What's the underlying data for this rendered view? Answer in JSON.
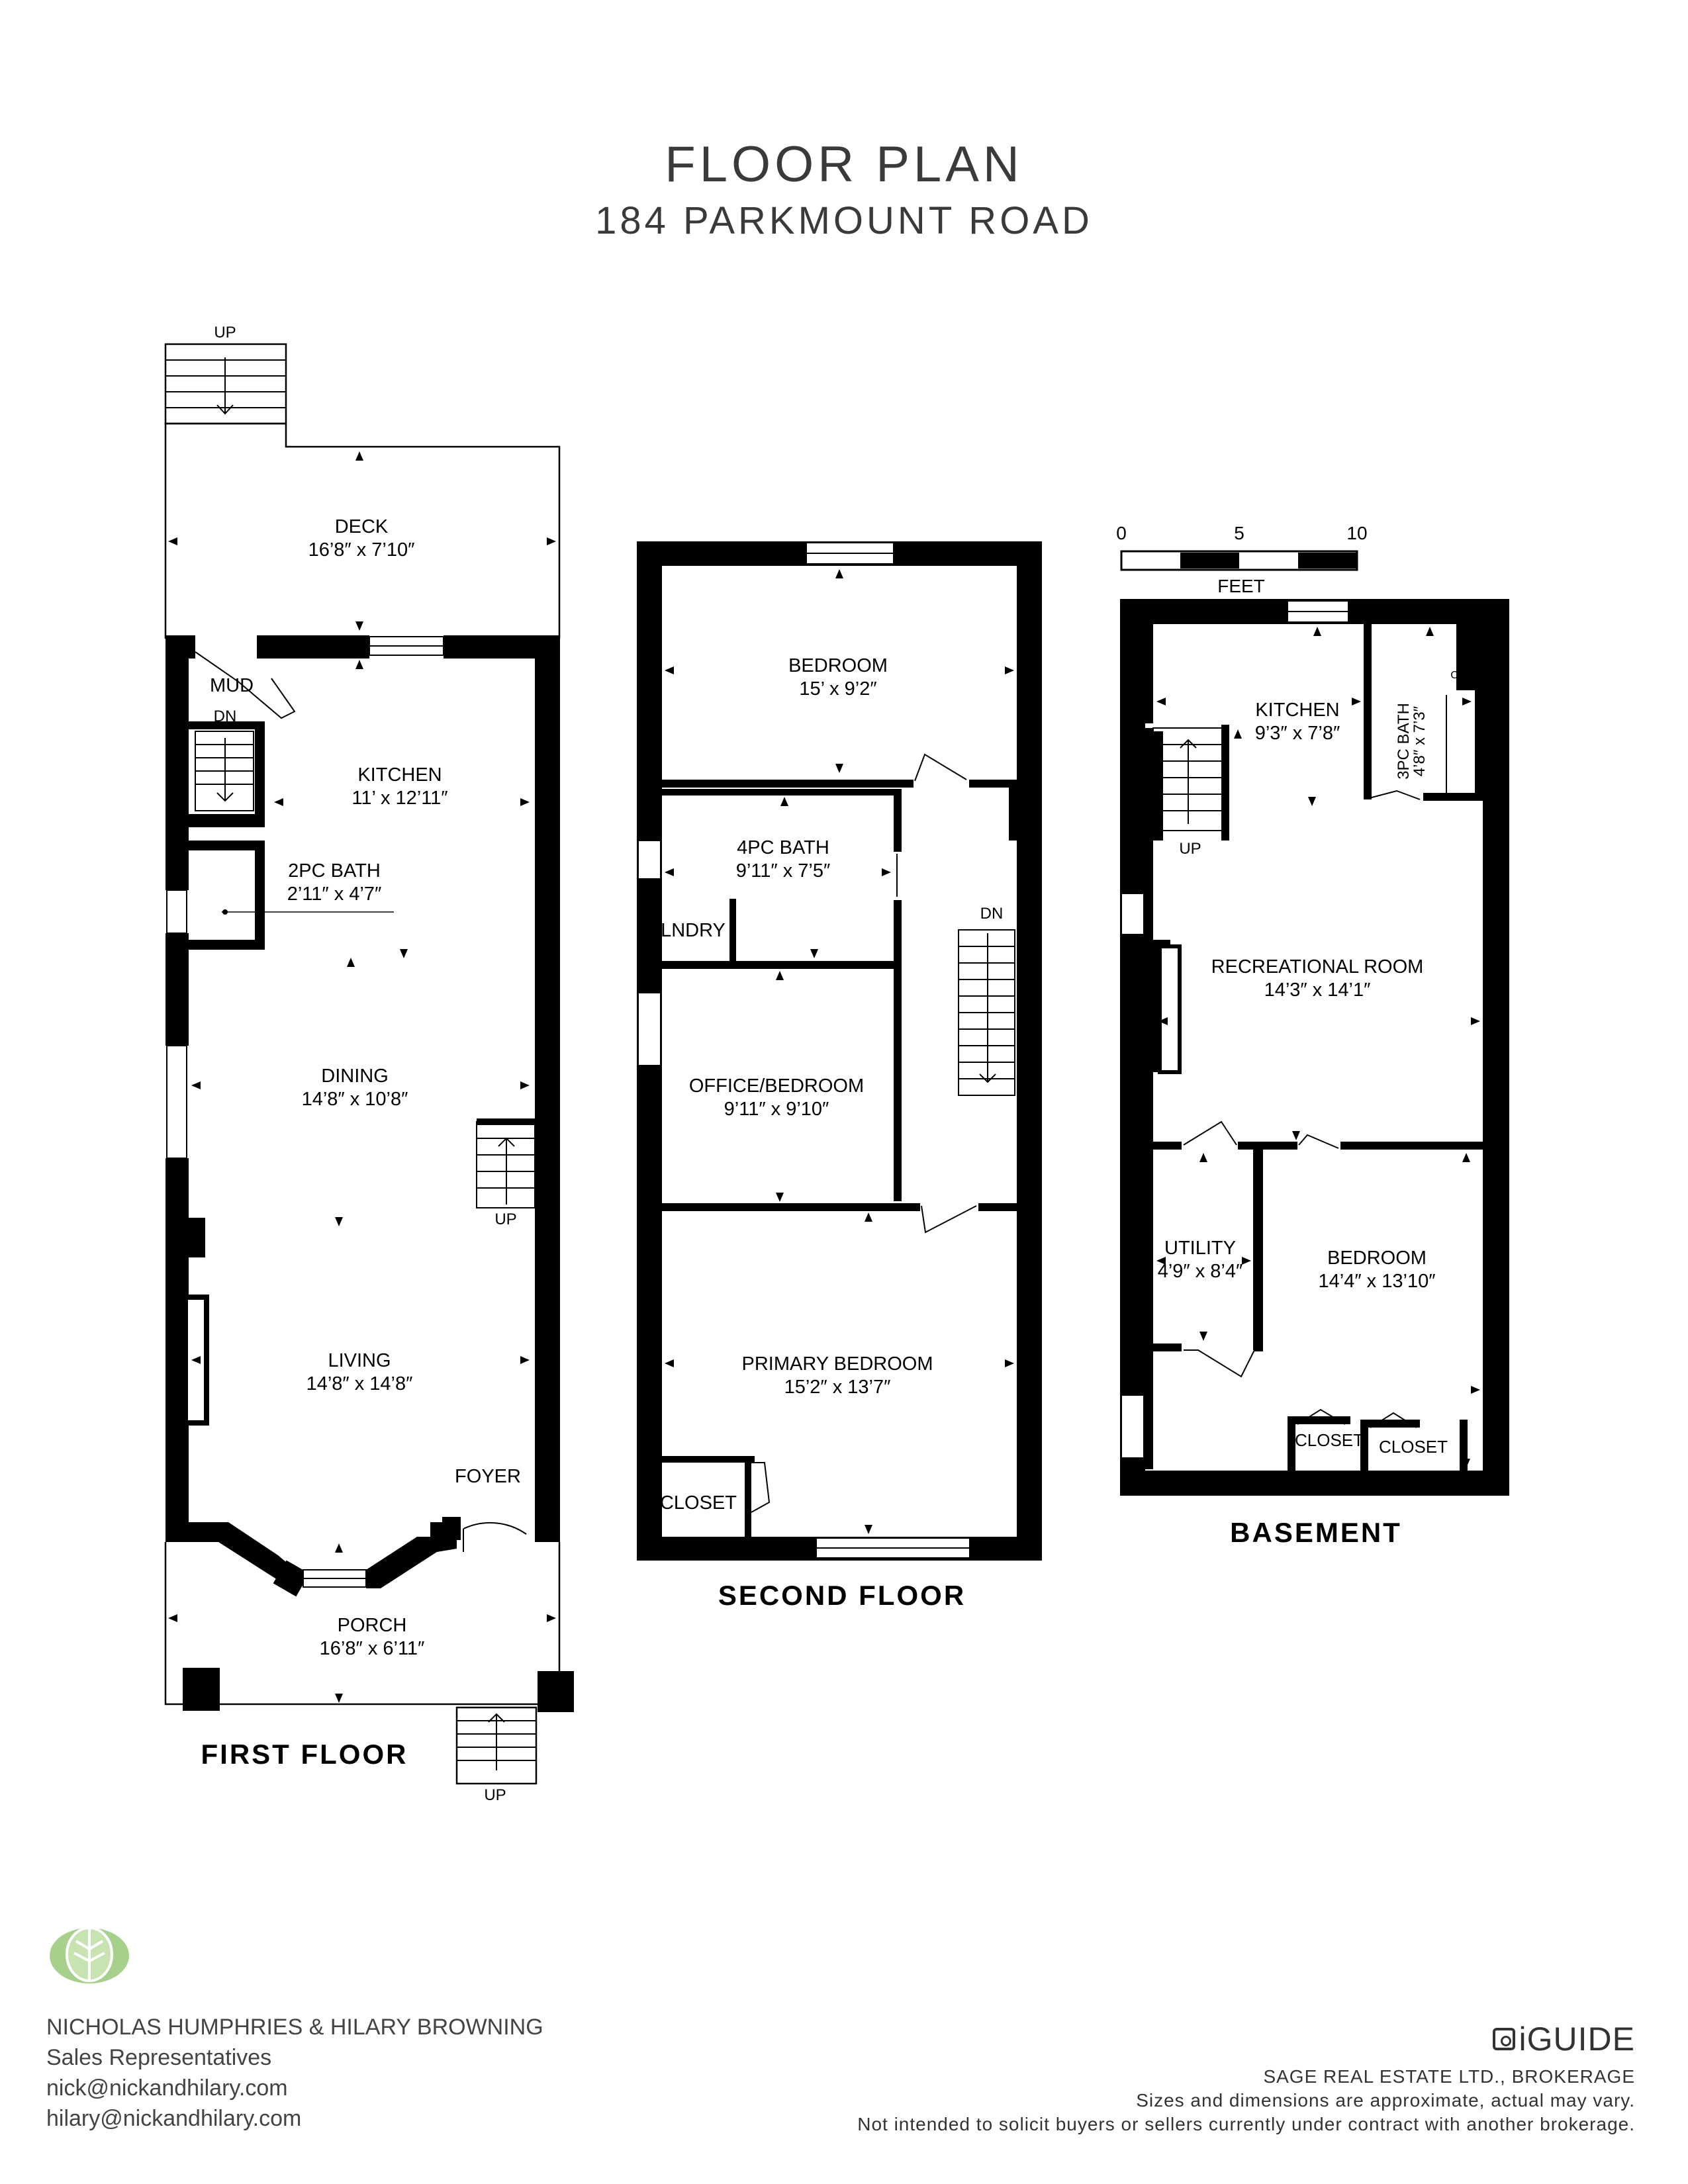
{
  "header": {
    "title": "FLOOR PLAN",
    "address": "184 PARKMOUNT ROAD"
  },
  "floors": {
    "first": {
      "label": "FIRST FLOOR"
    },
    "second": {
      "label": "SECOND FLOOR"
    },
    "basement": {
      "label": "BASEMENT"
    }
  },
  "rooms": {
    "deck": {
      "name": "DECK",
      "dims": "16’8″ x 7’10″"
    },
    "mud": {
      "name": "MUD"
    },
    "kitchen1": {
      "name": "KITCHEN",
      "dims": "11’ x 12’11″"
    },
    "bath2pc": {
      "name": "2PC BATH",
      "dims": "2’11″ x 4’7″"
    },
    "dining": {
      "name": "DINING",
      "dims": "14’8″ x 10’8″"
    },
    "living": {
      "name": "LIVING",
      "dims": "14’8″ x 14’8″"
    },
    "foyer": {
      "name": "FOYER"
    },
    "porch": {
      "name": "PORCH",
      "dims": "16’8″ x 6’11″"
    },
    "bedroom2": {
      "name": "BEDROOM",
      "dims": "15’ x 9’2″"
    },
    "bath4pc": {
      "name": "4PC BATH",
      "dims": "9’11″ x 7’5″"
    },
    "lndry": {
      "name": "LNDRY"
    },
    "office": {
      "name": "OFFICE/BEDROOM",
      "dims": "9’11″ x 9’10″"
    },
    "primary": {
      "name": "PRIMARY BEDROOM",
      "dims": "15’2″ x 13’7″"
    },
    "closet2": {
      "name": "CLOSET"
    },
    "kitchenB": {
      "name": "KITCHEN",
      "dims": "9’3″ x 7’8″"
    },
    "bath3pc": {
      "name": "3PC BATH",
      "dims": "4’8″ x 7’3″"
    },
    "clos": {
      "name": "CLOS"
    },
    "rec": {
      "name": "RECREATIONAL ROOM",
      "dims": "14’3″ x 14’1″"
    },
    "utility": {
      "name": "UTILITY",
      "dims": "4’9″ x 8’4″"
    },
    "bedroomB": {
      "name": "BEDROOM",
      "dims": "14’4″ x 13’10″"
    },
    "closetB1": {
      "name": "CLOSET"
    },
    "closetB2": {
      "name": "CLOSET"
    }
  },
  "stairs": {
    "up": "UP",
    "dn": "DN"
  },
  "scale": {
    "t0": "0",
    "t5": "5",
    "t10": "10",
    "unit": "FEET"
  },
  "agents": {
    "names": "NICHOLAS HUMPHRIES & HILARY BROWNING",
    "role": "Sales Representatives",
    "email1": "nick@nickandhilary.com",
    "email2": "hilary@nickandhilary.com"
  },
  "footer": {
    "brand": "iGUIDE",
    "brokerage": "SAGE REAL ESTATE LTD., BROKERAGE",
    "disclaimer1": "Sizes and dimensions are approximate, actual may vary.",
    "disclaimer2": "Not intended to solicit buyers or sellers currently under contract with another brokerage."
  },
  "colors": {
    "wall": "#000000",
    "text": "#1a1a1a",
    "logo_green": "#a8d08d"
  }
}
